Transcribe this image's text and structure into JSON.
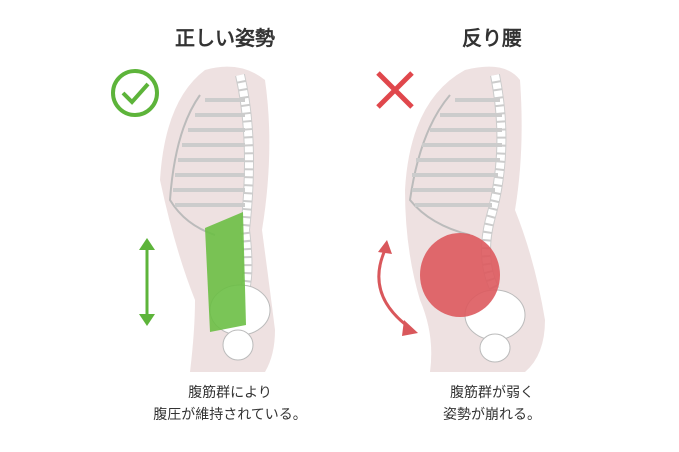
{
  "good": {
    "title": "正しい姿勢",
    "caption_line1": "腹筋群により",
    "caption_line2": "腹圧が維持されている。",
    "mark": "check-icon"
  },
  "bad": {
    "title": "反り腰",
    "caption_line1": "腹筋群が弱く",
    "caption_line2": "姿勢が崩れる。",
    "mark": "cross-icon"
  },
  "colors": {
    "good": "#5db43a",
    "bad": "#e0474c",
    "body": "#eee1e1",
    "muscle_good": "#6cbf45",
    "muscle_bad": "#dd5a5e"
  }
}
